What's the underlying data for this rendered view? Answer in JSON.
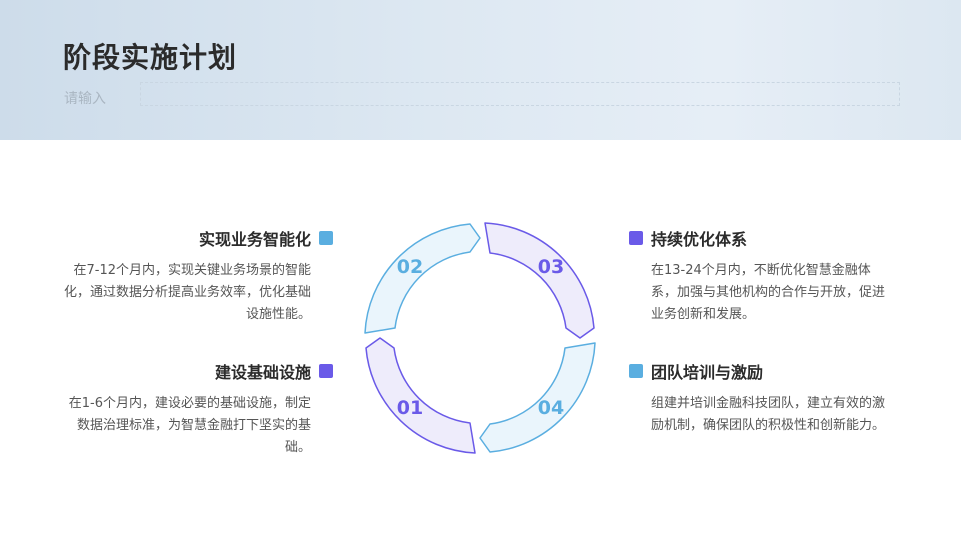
{
  "header": {
    "title": "阶段实施计划",
    "subtitle_placeholder": "请输入"
  },
  "cycle": {
    "steps": [
      {
        "number": "01",
        "color": "#6a5ae8"
      },
      {
        "number": "02",
        "color": "#5aaee0"
      },
      {
        "number": "03",
        "color": "#6a5ae8"
      },
      {
        "number": "04",
        "color": "#5aaee0"
      }
    ]
  },
  "items": {
    "smart": {
      "title": "实现业务智能化",
      "body": "在7-12个月内，实现关键业务场景的智能化，通过数据分析提高业务效率，优化基础设施性能。",
      "marker_color": "#5aaee0"
    },
    "infra": {
      "title": "建设基础设施",
      "body": "在1-6个月内，建设必要的基础设施，制定数据治理标准，为智慧金融打下坚实的基础。",
      "marker_color": "#6a5ae8"
    },
    "optimize": {
      "title": "持续优化体系",
      "body": "在13-24个月内，不断优化智慧金融体系，加强与其他机构的合作与开放，促进业务创新和发展。",
      "marker_color": "#6a5ae8"
    },
    "team": {
      "title": "团队培训与激励",
      "body": "组建并培训金融科技团队，建立有效的激励机制，确保团队的积极性和创新能力。",
      "marker_color": "#5aaee0"
    }
  }
}
